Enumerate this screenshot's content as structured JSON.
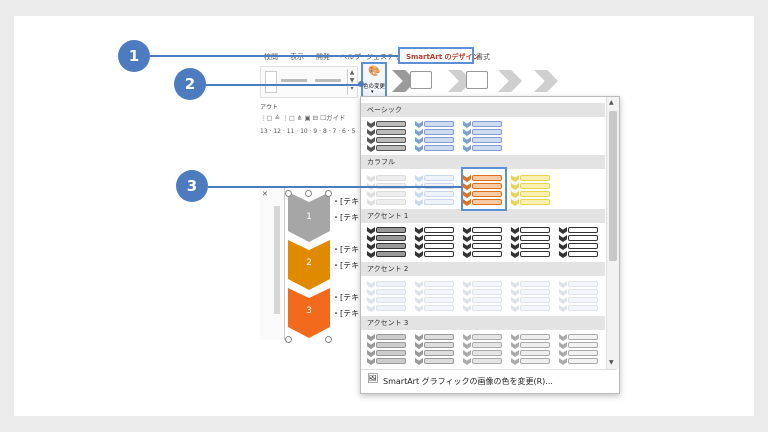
{
  "ribbon": {
    "tabs": [
      "校閲",
      "表示",
      "開発",
      "ヘルプ",
      "ジェスチャ",
      "SmartArt のデザイン",
      "書式"
    ],
    "active_tab": "SmartArt のデザイン",
    "change_color_label": "色の変更",
    "layout_label": "アウト",
    "guide_label": "ガイド",
    "ruler": "13 · 12 · 11 · 10 · 9 · 8 · 7 · 6 · 5"
  },
  "callouts": [
    "1",
    "2",
    "3"
  ],
  "dropdown": {
    "sections": [
      "ベーシック",
      "カラフル",
      "アクセント 1",
      "アクセント 2",
      "アクセント 3"
    ],
    "footer_text": "SmartArt グラフィックの画像の色を変更(R)..."
  },
  "smartart": {
    "shapes": [
      {
        "label": "1",
        "color": "#a6a6a6"
      },
      {
        "label": "2",
        "color": "#e08a00"
      },
      {
        "label": "3",
        "color": "#f26a1b"
      }
    ],
    "bullets": [
      "・[テキ",
      "・[テキ",
      "・[テキ",
      "・[テキ",
      "・[テキ",
      "・[テキ"
    ]
  },
  "colors": {
    "accent": "#4d7bbf",
    "highlight": "#5b8fd6",
    "active_tab": "#c0392b"
  }
}
